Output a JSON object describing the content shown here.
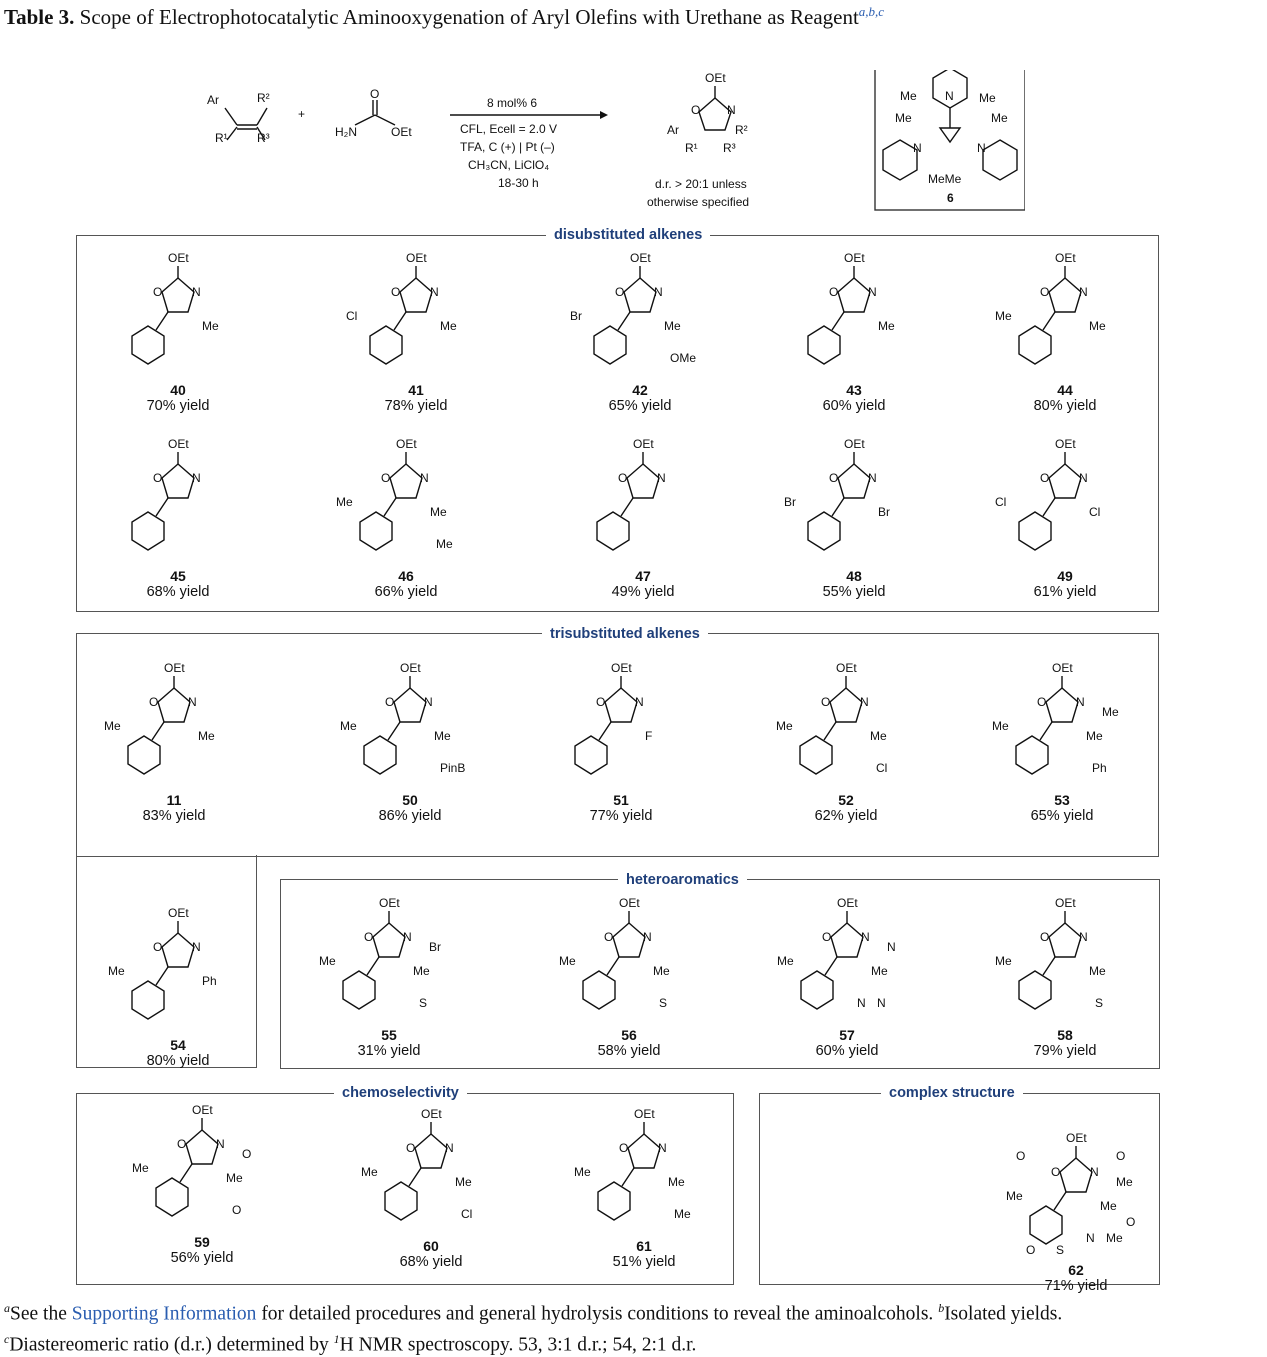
{
  "caption": {
    "label": "Table 3.",
    "title": "Scope of Electrophotocatalytic Aminooxygenation of Aryl Olefins with Urethane as Reagent",
    "sup": "a,b,c"
  },
  "scheme": {
    "substrate_labels": [
      "Ar",
      "R²",
      "R¹",
      "R³"
    ],
    "plus": "+",
    "reagent_labels": [
      "O",
      "H₂N",
      "OEt"
    ],
    "conditions": [
      "8 mol% 6",
      "CFL, Ecell = 2.0 V",
      "TFA, C (+) | Pt (–)",
      "CH₃CN, LiClO₄",
      "18-30 h"
    ],
    "product_labels": [
      "OEt",
      "N",
      "O",
      "Ar",
      "R²",
      "R¹",
      "R³"
    ],
    "dr_note": [
      "d.r. > 20:1 unless",
      "otherwise specified"
    ],
    "catalyst_labels": [
      "Me",
      "N",
      "Me",
      "Me",
      "Me",
      "N",
      "N",
      "MeMe"
    ],
    "catalyst_id": "6"
  },
  "sections": {
    "disubstituted": "disubstituted alkenes",
    "trisubstituted": "trisubstituted alkenes",
    "heteroaromatics": "heteroaromatics",
    "chemoselectivity": "chemoselectivity",
    "complex": "complex structure"
  },
  "compounds": [
    {
      "id": "40",
      "yield": "70% yield",
      "labels": [
        "OEt",
        "O",
        "N",
        "Me"
      ]
    },
    {
      "id": "41",
      "yield": "78% yield",
      "labels": [
        "OEt",
        "O",
        "N",
        "Me",
        "Cl"
      ]
    },
    {
      "id": "42",
      "yield": "65% yield",
      "labels": [
        "OEt",
        "O",
        "N",
        "Me",
        "Br",
        "OMe"
      ]
    },
    {
      "id": "43",
      "yield": "60% yield",
      "labels": [
        "OEt",
        "O",
        "N",
        "Me"
      ]
    },
    {
      "id": "44",
      "yield": "80% yield",
      "labels": [
        "OEt",
        "O",
        "N",
        "Me",
        "Me"
      ]
    },
    {
      "id": "45",
      "yield": "68% yield",
      "labels": [
        "OEt",
        "O",
        "N"
      ]
    },
    {
      "id": "46",
      "yield": "66% yield",
      "labels": [
        "OEt",
        "O",
        "N",
        "Me",
        "Me",
        "Me"
      ]
    },
    {
      "id": "47",
      "yield": "49% yield",
      "labels": [
        "OEt",
        "O",
        "N"
      ]
    },
    {
      "id": "48",
      "yield": "55% yield",
      "labels": [
        "OEt",
        "O",
        "N",
        "Br",
        "Br"
      ]
    },
    {
      "id": "49",
      "yield": "61% yield",
      "labels": [
        "OEt",
        "O",
        "N",
        "Cl",
        "Cl"
      ]
    },
    {
      "id": "11",
      "yield": "83% yield",
      "labels": [
        "OEt",
        "O",
        "N",
        "Me",
        "Me"
      ]
    },
    {
      "id": "50",
      "yield": "86% yield",
      "labels": [
        "OEt",
        "O",
        "N",
        "Me",
        "Me",
        "PinB"
      ]
    },
    {
      "id": "51",
      "yield": "77% yield",
      "labels": [
        "OEt",
        "O",
        "N",
        "F"
      ]
    },
    {
      "id": "52",
      "yield": "62% yield",
      "labels": [
        "OEt",
        "O",
        "N",
        "Me",
        "Me",
        "Cl"
      ]
    },
    {
      "id": "53",
      "yield": "65% yield",
      "labels": [
        "OEt",
        "O",
        "N",
        "Me",
        "Me",
        "Ph",
        "Me"
      ]
    },
    {
      "id": "54",
      "yield": "80% yield",
      "labels": [
        "OEt",
        "O",
        "N",
        "Ph",
        "Me"
      ]
    },
    {
      "id": "55",
      "yield": "31% yield",
      "labels": [
        "OEt",
        "O",
        "N",
        "Me",
        "Me",
        "S",
        "Br"
      ]
    },
    {
      "id": "56",
      "yield": "58% yield",
      "labels": [
        "OEt",
        "O",
        "N",
        "Me",
        "Me",
        "S"
      ]
    },
    {
      "id": "57",
      "yield": "60% yield",
      "labels": [
        "OEt",
        "O",
        "N",
        "Me",
        "Me",
        "N",
        "N",
        "N"
      ]
    },
    {
      "id": "58",
      "yield": "79% yield",
      "labels": [
        "OEt",
        "O",
        "N",
        "Me",
        "Me",
        "S"
      ]
    },
    {
      "id": "59",
      "yield": "56% yield",
      "labels": [
        "OEt",
        "O",
        "N",
        "Me",
        "Me",
        "O",
        "O"
      ]
    },
    {
      "id": "60",
      "yield": "68% yield",
      "labels": [
        "OEt",
        "O",
        "N",
        "Me",
        "Me",
        "Cl"
      ]
    },
    {
      "id": "61",
      "yield": "51% yield",
      "labels": [
        "OEt",
        "O",
        "N",
        "Me",
        "Me",
        "Me"
      ]
    },
    {
      "id": "62",
      "yield": "71% yield",
      "labels": [
        "OEt",
        "O",
        "N",
        "Me",
        "Me",
        "Me",
        "Me",
        "N",
        "S",
        "O",
        "O",
        "O",
        "O"
      ]
    }
  ],
  "footnote": {
    "a_sup": "a",
    "a_pre": "See the ",
    "a_link": "Supporting Information",
    "a_post": " for detailed procedures and general hydrolysis conditions to reveal the aminoalcohols. ",
    "b_sup": "b",
    "b_text": "Isolated yields. ",
    "c_sup": "c",
    "c_text": "Diastereomeric ratio (d.r.) determined by ",
    "c_nmr_sup": "1",
    "c_text2": "H NMR spectroscopy. 53, 3:1 d.r.; 54, 2:1 d.r."
  }
}
